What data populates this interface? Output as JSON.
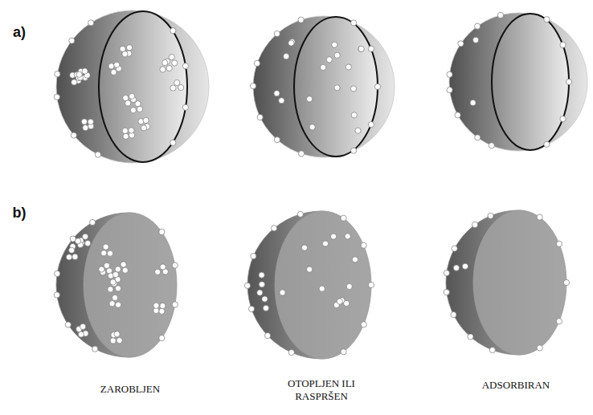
{
  "diagram": {
    "labels": [
      "a)",
      "b)",
      "ZAROBLJEN",
      "OTOPLJEN ILI RASPRŠEN",
      "ADSORBIRAN"
    ]
  }
}
